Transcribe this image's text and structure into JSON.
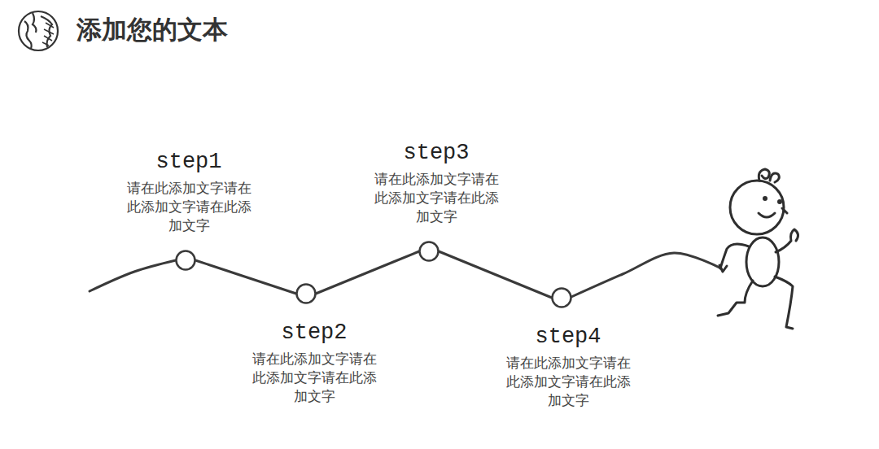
{
  "diagram": {
    "title": "添加您的文本",
    "nodes": [
      {
        "text": [
          "step1",
          "请在此添加文字请在此添加文字请在此添加文字"
        ]
      },
      {
        "text": [
          "step2",
          "请在此添加文字请在此添加文字请在此添加文字"
        ]
      },
      {
        "text": [
          "step3",
          "请在此添加文字请在此添加文字请在此添加文字"
        ]
      },
      {
        "text": [
          "step4",
          "请在此添加文字请在此添加文字请在此添加文字"
        ]
      }
    ],
    "edges": [
      {
        "from": 0,
        "to": 1,
        "arrow": "none"
      },
      {
        "from": 1,
        "to": 2,
        "arrow": "none"
      },
      {
        "from": 2,
        "to": 3,
        "arrow": "none"
      }
    ]
  }
}
